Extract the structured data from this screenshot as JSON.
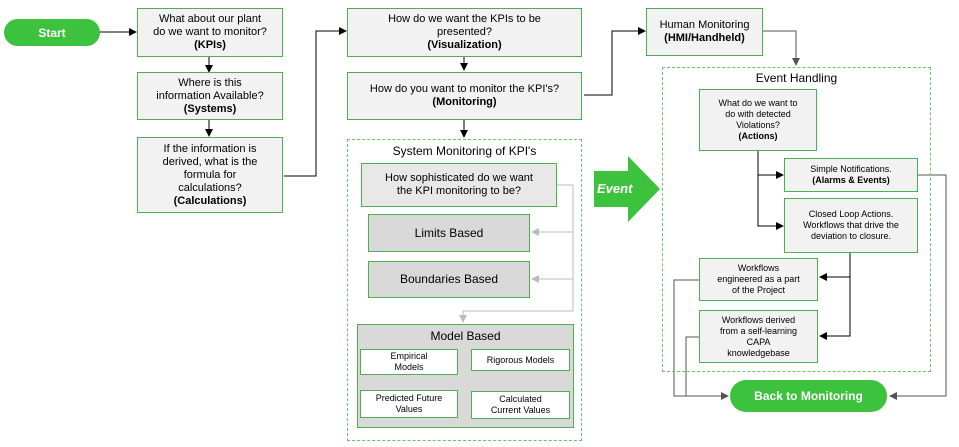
{
  "start": "Start",
  "kpis": {
    "line1": "What about our plant",
    "line2": "do we want to monitor?",
    "bold": "(KPIs)"
  },
  "systems": {
    "line1": "Where is this",
    "line2": "information Available?",
    "bold": "(Systems)"
  },
  "calculations": {
    "line1": "If the information is",
    "line2": "derived, what is the",
    "line3": "formula for",
    "line4": "calculations?",
    "bold": "(Calculations)"
  },
  "visualization": {
    "line1": "How do we want the KPIs to be",
    "line2": "presented?",
    "bold": "(Visualization)"
  },
  "monitoring": {
    "line1": "How do you want to monitor the KPI's?",
    "bold": "(Monitoring)"
  },
  "system_monitoring": {
    "title": "System Monitoring of KPI's",
    "sophistication": {
      "line1": "How sophisticated do we want",
      "line2": "the KPI monitoring to be?"
    },
    "limits": "Limits Based",
    "boundaries": "Boundaries Based",
    "model_based": {
      "title": "Model Based",
      "empirical": {
        "line1": "Empirical",
        "line2": "Models"
      },
      "rigorous": "Rigorous Models",
      "predicted": {
        "line1": "Predicted Future",
        "line2": "Values"
      },
      "calculated": {
        "line1": "Calculated",
        "line2": "Current Values"
      }
    }
  },
  "event_arrow": "Event",
  "human_monitoring": {
    "line1": "Human Monitoring",
    "bold": "(HMI/Handheld)"
  },
  "event_handling": {
    "title": "Event Handling",
    "actions": {
      "line1": "What do we want to",
      "line2": "do with detected",
      "line3": "Violations?",
      "bold": "(Actions)"
    },
    "notifications": {
      "line1": "Simple Notifications.",
      "bold": "(Alarms & Events)"
    },
    "closed_loop": {
      "line1": "Closed Loop Actions.",
      "line2": "Workflows that drive the",
      "line3": "deviation to closure."
    },
    "workflows_engineered": {
      "line1": "Workflows",
      "line2": "engineered as a part",
      "line3": "of the Project"
    },
    "workflows_derived": {
      "line1": "Workflows derived",
      "line2": "from a self-learning",
      "line3": "CAPA",
      "line4": "knowledgebase"
    }
  },
  "back_to_monitoring": "Back to Monitoring"
}
